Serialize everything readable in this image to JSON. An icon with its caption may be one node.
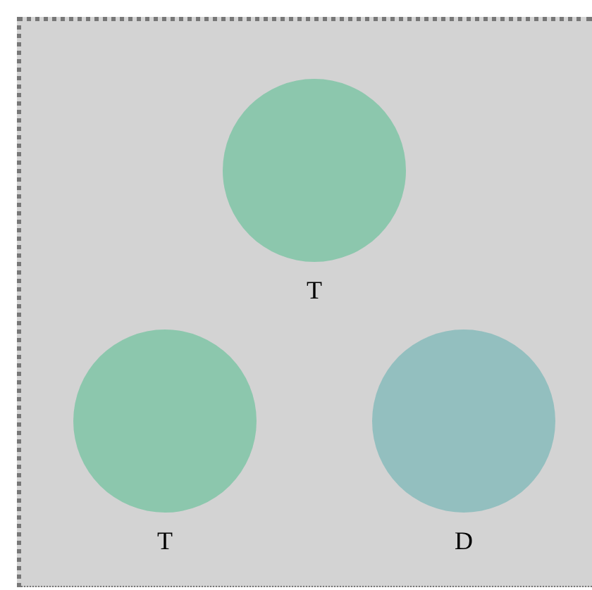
{
  "diagram": {
    "nodes": [
      {
        "text": [],
        "shape": "circle",
        "beside": [
          "T"
        ]
      },
      {
        "text": [],
        "shape": "circle",
        "beside": [
          "T"
        ]
      },
      {
        "text": [],
        "shape": "circle",
        "beside": [
          "D"
        ]
      }
    ]
  }
}
